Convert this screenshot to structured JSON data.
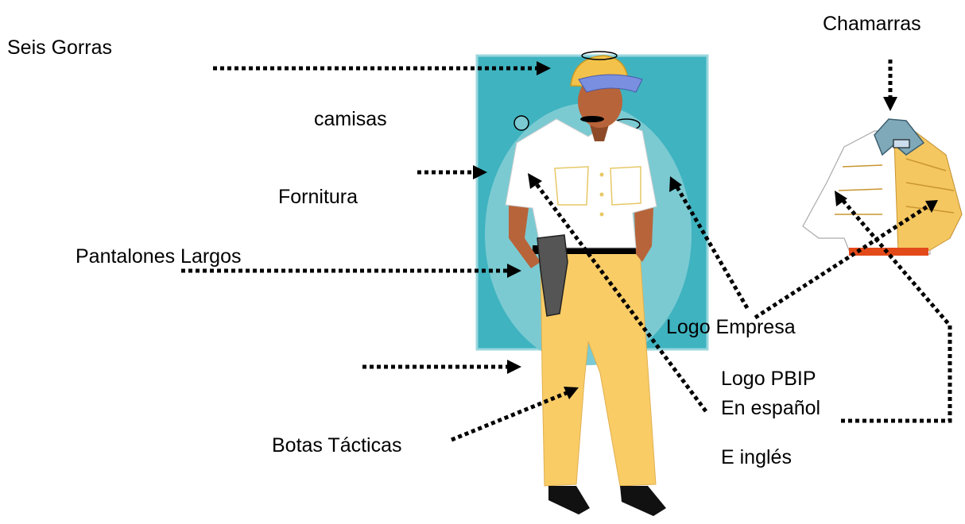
{
  "labels": {
    "gorras": "Seis Gorras",
    "chamarras": "Chamarras",
    "camisas": "camisas",
    "fornitura": "Fornitura",
    "pantalones": "Pantalones Largos",
    "logo_empresa": "Logo Empresa",
    "logo_pbip": "Logo PBIP",
    "espanol": "En español",
    "ingles": "E inglés",
    "botas": "Botas Tácticas"
  },
  "colors": {
    "panel": "#3fb3c0",
    "halo": "#7bcad2",
    "skin": "#b8643a",
    "shirt": "#ffffff",
    "pants": "#f9cc66",
    "cap": "#f3c24a",
    "visor": "#7a8fe0",
    "holster": "#555555",
    "arrow": "#000000"
  },
  "icons": {
    "guard": "security-guard-illustration",
    "jacket": "jacket-illustration"
  }
}
